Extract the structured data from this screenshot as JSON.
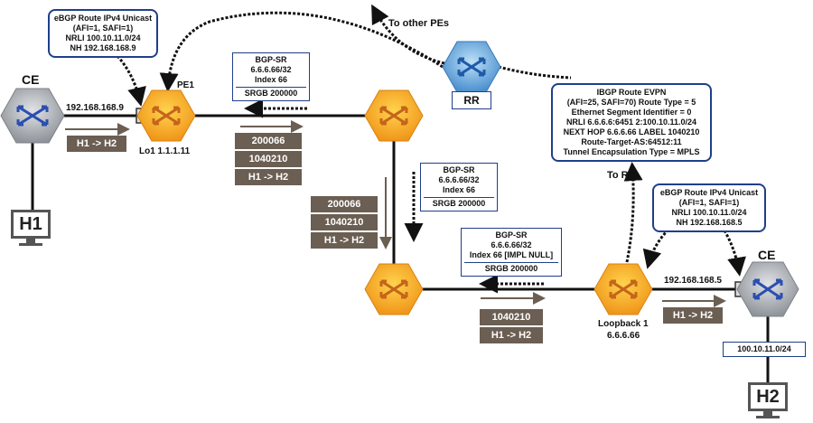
{
  "bubbles": {
    "ebgp_left": [
      "eBGP Route IPv4 Unicast",
      "(AFI=1, SAFI=1)",
      "NRLI 100.10.11.0/24",
      "NH 192.168.168.9"
    ],
    "ibgp_evpn": [
      "IBGP Route EVPN",
      "(AFI=25, SAFI=70) Route Type = 5",
      "Ethernet Segment Identifier = 0",
      "NRLI 6.6.6.6:6451  2:100.10.11.0/24",
      "NEXT HOP 6.6.6.66  LABEL 1040210",
      "Route-Target-AS:64512:11",
      "Tunnel Encapsulation Type = MPLS"
    ],
    "ebgp_right": [
      "eBGP Route IPv4 Unicast",
      "(AFI=1, SAFI=1)",
      "NRLI 100.10.11.0/24",
      "NH 192.168.168.5"
    ]
  },
  "bgp_sr": {
    "top": {
      "lines": [
        "BGP-SR",
        "6.6.6.66/32",
        "Index 66"
      ],
      "srgb": "SRGB 200000"
    },
    "middle": {
      "lines": [
        "BGP-SR",
        "6.6.6.66/32",
        "Index 66"
      ],
      "srgb": "SRGB 200000"
    },
    "bottom": {
      "lines": [
        "BGP-SR",
        "6.6.6.66/32",
        "Index 66 [IMPL NULL]"
      ],
      "srgb": "SRGB 200000"
    }
  },
  "labels": {
    "ce_left": "CE",
    "ce_right": "CE",
    "pe1": "PE1",
    "pe1_loopback": "Lo1 1.1.1.11",
    "left_ip": "192.168.168.9",
    "right_ip": "192.168.168.5",
    "loopback": "Loopback 1",
    "loopback_ip": "6.6.6.66",
    "rr": "RR",
    "to_other_pes": "To other PEs",
    "to_rr": "To RR",
    "prefix_box": "100.10.11.0/24",
    "host_h1": "H1",
    "host_h2": "H2"
  },
  "stacks": {
    "ce_left": [
      "H1 -> H2"
    ],
    "top": [
      "200066",
      "1040210",
      "H1 -> H2"
    ],
    "middle": [
      "200066",
      "1040210",
      "H1 -> H2"
    ],
    "bottom": [
      "1040210",
      "H1 -> H2"
    ],
    "ce_right": [
      "H1 -> H2"
    ]
  },
  "colors": {
    "router_orange": "#f5a623",
    "router_grey": "#a9adb3",
    "router_blue": "#5b9bd5",
    "border_blue": "#1f3f8a",
    "label_brown": "#6b5e52"
  }
}
